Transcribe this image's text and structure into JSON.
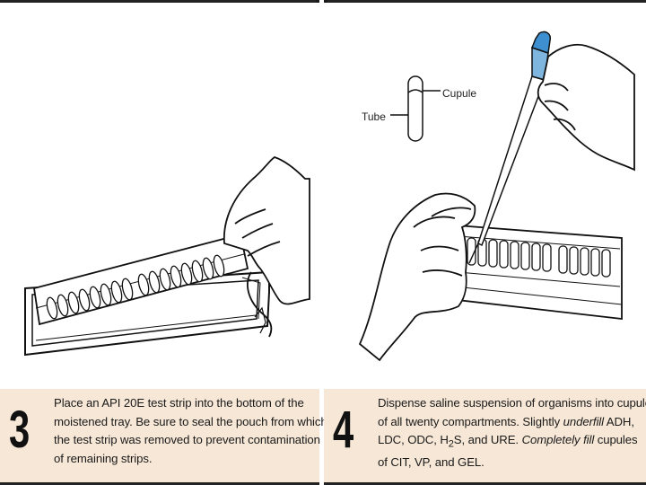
{
  "panels": [
    {
      "step": "3",
      "caption_lines": [
        "Place an API 20E test strip into the bottom of the",
        "moistened tray. Be sure to seal the pouch from which",
        "the test strip was removed to prevent contamination",
        "of remaining strips."
      ]
    },
    {
      "step": "4",
      "caption": {
        "line1": "Dispense saline suspension of organisms into cupules",
        "line2_a": "of all twenty compartments. Slightly ",
        "line2_em": "underfill",
        "line2_b": " ADH,",
        "line3_a": "LDC, ODC, H",
        "line3_sub": "2",
        "line3_b": "S, and URE. ",
        "line3_em": "Completely fill",
        "line3_c": " cupules",
        "line4": "of CIT, VP, and GEL."
      },
      "diagram_labels": {
        "cupule": "Cupule",
        "tube": "Tube"
      }
    }
  ]
}
